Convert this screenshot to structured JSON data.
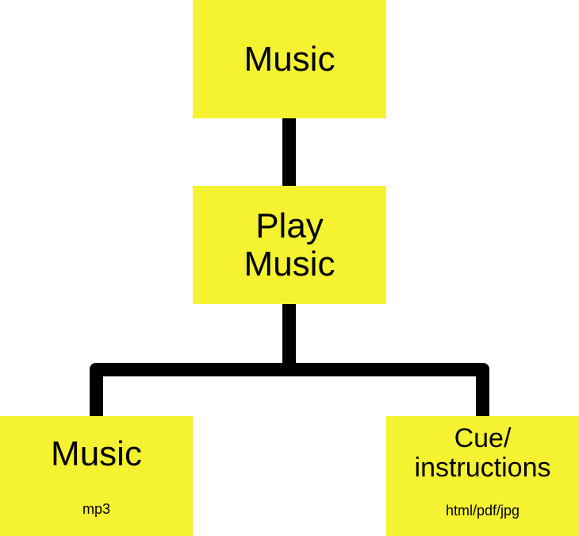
{
  "diagram": {
    "root": {
      "title": "Music"
    },
    "middle": {
      "title": "Play\nMusic"
    },
    "leaves": [
      {
        "title": "Music",
        "subtitle": "mp3"
      },
      {
        "title": "Cue/\ninstructions",
        "subtitle": "html/pdf/jpg"
      }
    ]
  },
  "colors": {
    "node_fill": "#f5f232",
    "connector": "#000000",
    "background": "#ffffff"
  }
}
